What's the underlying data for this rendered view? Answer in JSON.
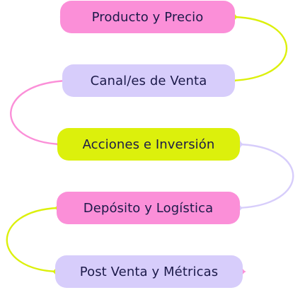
{
  "colors": {
    "pink": "#fb8fd8",
    "lavender": "#d7cdfb",
    "lime": "#dcf00c",
    "text": "#1c1a4a",
    "connector_pink": "#fb8fd8",
    "connector_lime": "#dcf00c",
    "connector_lavender": "#d7cdfb"
  },
  "steps": [
    {
      "label": "Producto y Precio",
      "fill": "#fb8fd8"
    },
    {
      "label": "Canal/es de Venta",
      "fill": "#d7cdfb"
    },
    {
      "label": "Acciones e Inversión",
      "fill": "#dcf00c"
    },
    {
      "label": "Depósito y Logística",
      "fill": "#fb8fd8"
    },
    {
      "label": "Post Venta y Métricas",
      "fill": "#d7cdfb"
    }
  ]
}
